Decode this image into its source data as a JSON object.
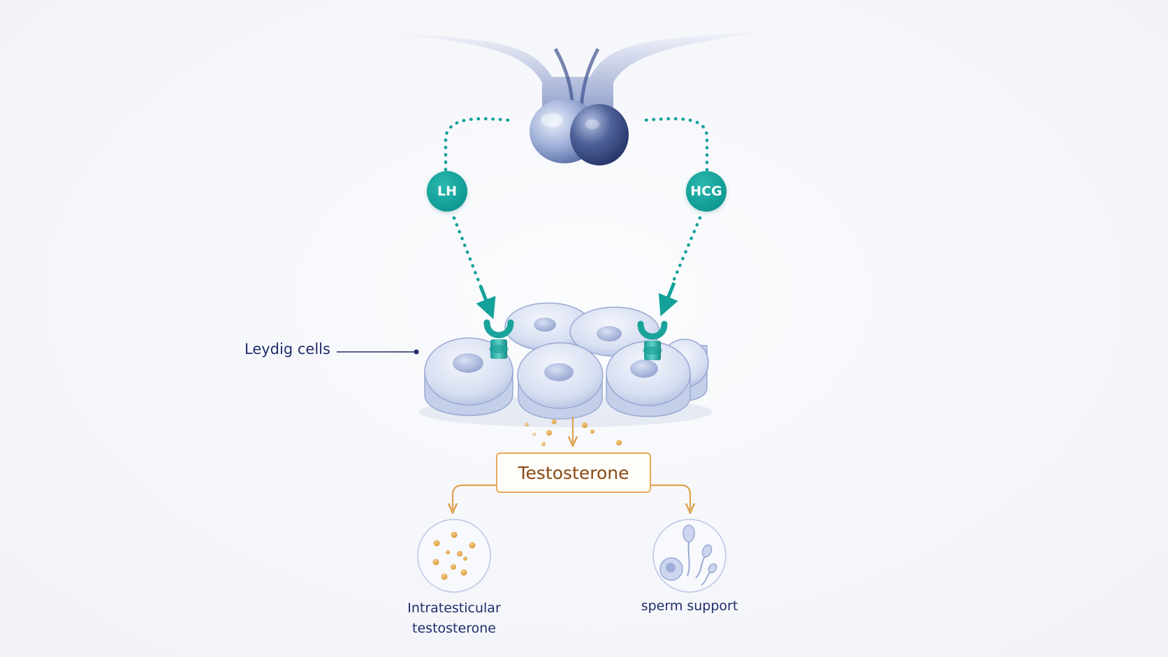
{
  "labels": {
    "lh": "LH",
    "hcg": "HCG",
    "leydig_cells": "Leydig cells",
    "testosterone": "Testosterone",
    "intratesticular_line1": "Intratesticular",
    "intratesticular_line2": "testosterone",
    "sperm_support": "sperm support"
  },
  "colors": {
    "teal": "#14a19a",
    "navy_text": "#1f2c6b",
    "orange": "#e7a95a",
    "testosterone_text": "#8a4a14",
    "cell_blue": "#c9d3ec",
    "pituitary_blue": "#6f82b8"
  },
  "icons": [
    "pituitary-gland-icon",
    "receptor-icon",
    "hormone-particles-icon",
    "sperm-cells-icon"
  ]
}
